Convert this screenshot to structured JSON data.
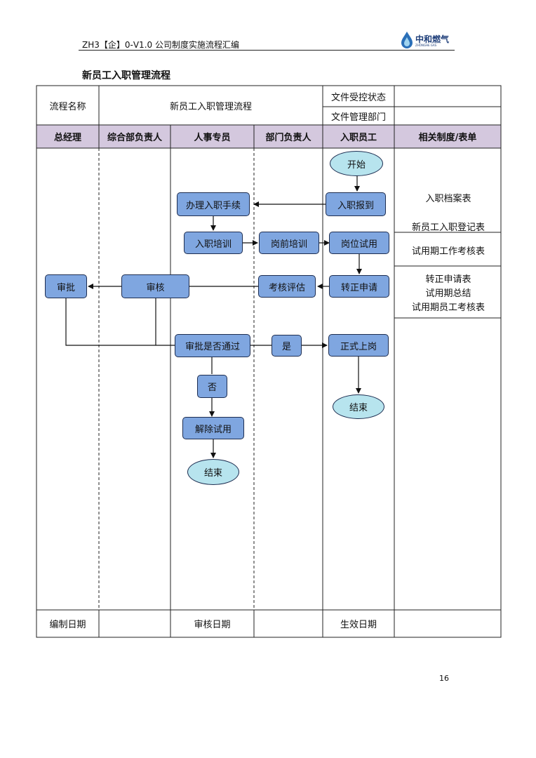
{
  "header": {
    "doc_code": "ZH3【企】0-V1.0 公司制度实施流程汇编",
    "logo_text": "中和燃气",
    "logo_subtext": "ZHONGHE GAS"
  },
  "title": "新员工入职管理流程",
  "meta_table": {
    "name_label": "流程名称",
    "name_value": "新员工入职管理流程",
    "control_status_label": "文件受控状态",
    "control_status_value": "",
    "dept_label": "文件管理部门",
    "dept_value": ""
  },
  "lanes": [
    "总经理",
    "综合部负责人",
    "人事专员",
    "部门负责人",
    "入职员工",
    "相关制度/表单"
  ],
  "flow": {
    "start": "开始",
    "report": "入职报到",
    "procedures": "办理入职手续",
    "training": "入职培训",
    "pre_job_training": "岗前培训",
    "trial": "岗位试用",
    "apply_regular": "转正申请",
    "evaluation": "考核评估",
    "review": "审核",
    "approve": "审批",
    "pass_check": "审批是否通过",
    "yes": "是",
    "no": "否",
    "formal": "正式上岗",
    "end_employee": "结束",
    "terminate": "解除试用",
    "end_hr": "结束"
  },
  "forms": {
    "group1_line1": "入职档案表",
    "group1_line2": "新员工入职登记表",
    "group2_line1": "试用期工作考核表",
    "group3_line1": "转正申请表",
    "group3_line2": "试用期总结",
    "group3_line3": "试用期员工考核表"
  },
  "footer": {
    "compile_date_label": "编制日期",
    "compile_date_value": "",
    "review_date_label": "审核日期",
    "review_date_value": "",
    "effective_date_label": "生效日期",
    "effective_date_value": ""
  },
  "page_number": "16",
  "colors": {
    "lane_header_bg": "#d4c8de",
    "box_fill": "#7fa6e0",
    "oval_fill": "#b7e4ee",
    "line": "#1d2d50"
  }
}
